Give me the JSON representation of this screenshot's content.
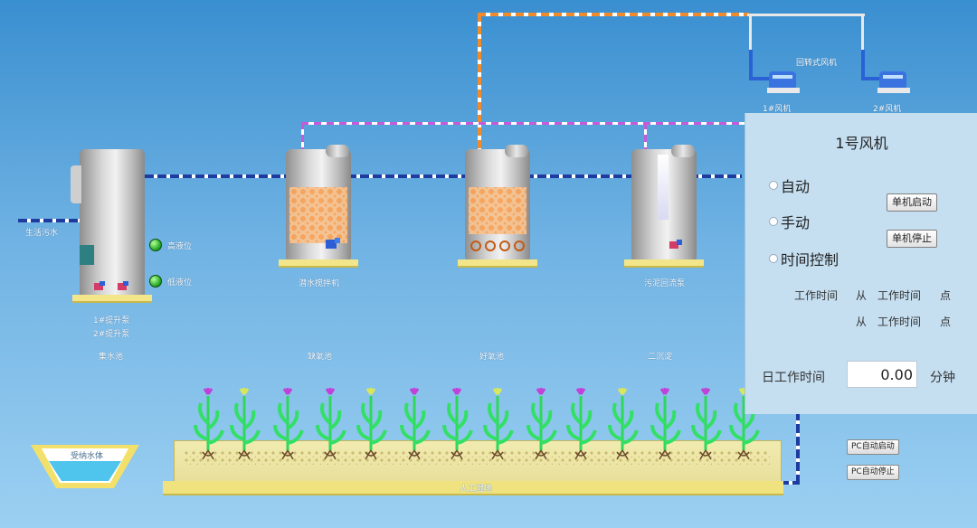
{
  "colors": {
    "bg_top": "#3a8fd0",
    "bg_bottom": "#9cd0f2",
    "panel_bg": "#c5dff1",
    "water_pipe": "#1e3ca0",
    "air_pipe": "#f08a2a",
    "sludge_pipe": "#c65ad8",
    "media": "#f7a35a"
  },
  "inlet": {
    "label": "生活污水"
  },
  "tanks": [
    {
      "name": "集水池",
      "pumps": "1#提升泵\n2#提升泵",
      "pump1": "1#提升泵",
      "pump2": "2#提升泵"
    },
    {
      "name": "缺氧池",
      "equipment": "潜水搅拌机"
    },
    {
      "name": "好氧池"
    },
    {
      "name": "二沉淀",
      "equipment": "污泥回流泵"
    }
  ],
  "level": {
    "high": "高液位",
    "low": "低液位"
  },
  "blowers": {
    "group": "回转式风机",
    "b1": "1#风机",
    "b2": "2#风机"
  },
  "panel": {
    "title": "1号风机",
    "modes": [
      "自动",
      "手动",
      "时间控制"
    ],
    "start_btn": "单机启动",
    "stop_btn": "单机停止",
    "row1": {
      "label": "工作时间",
      "from": "从",
      "to_label": "工作时间",
      "point": "点"
    },
    "row2": {
      "from": "从",
      "to_label": "工作时间",
      "point": "点"
    },
    "daily_label": "日工作时间",
    "daily_value": "0.00",
    "daily_unit": "分钟"
  },
  "plc": {
    "start": "PC自动启动",
    "stop": "PC自动停止"
  },
  "wetland": {
    "label": "人工湿地",
    "pond": "受纳水体"
  }
}
